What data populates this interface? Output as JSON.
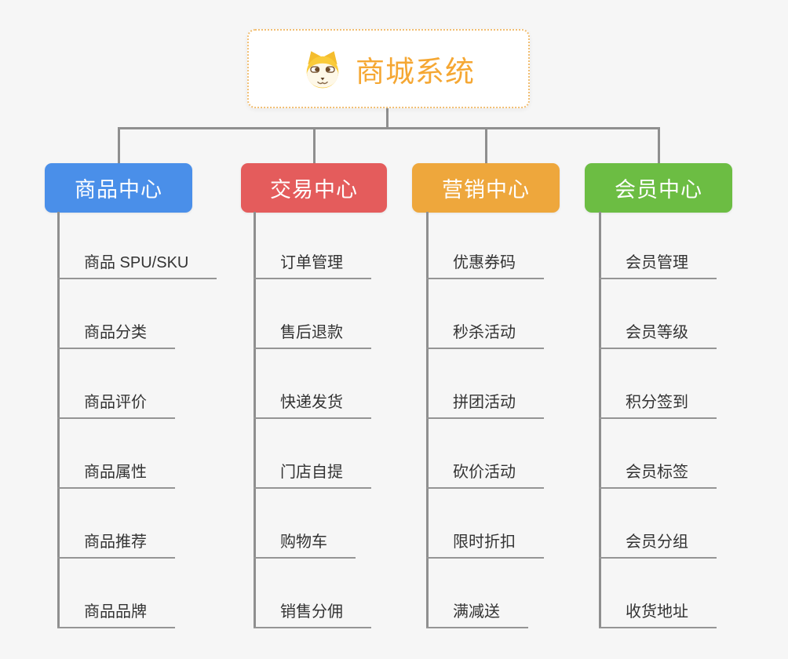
{
  "root": {
    "title": "商城系统",
    "icon": "shiba-dog-icon",
    "accent_color": "#F5A733",
    "border_color": "#F1BE72"
  },
  "branches": [
    {
      "label": "商品中心",
      "color": "#4A8FE9",
      "children": [
        "商品 SPU/SKU",
        "商品分类",
        "商品评价",
        "商品属性",
        "商品推荐",
        "商品品牌"
      ]
    },
    {
      "label": "交易中心",
      "color": "#E45C5C",
      "children": [
        "订单管理",
        "售后退款",
        "快递发货",
        "门店自提",
        "购物车",
        "销售分佣"
      ]
    },
    {
      "label": "营销中心",
      "color": "#EEA73C",
      "children": [
        "优惠券码",
        "秒杀活动",
        "拼团活动",
        "砍价活动",
        "限时折扣",
        "满减送"
      ]
    },
    {
      "label": "会员中心",
      "color": "#6CBD43",
      "children": [
        "会员管理",
        "会员等级",
        "积分签到",
        "会员标签",
        "会员分组",
        "收货地址"
      ]
    }
  ],
  "connector_color": "#8F8F8F"
}
